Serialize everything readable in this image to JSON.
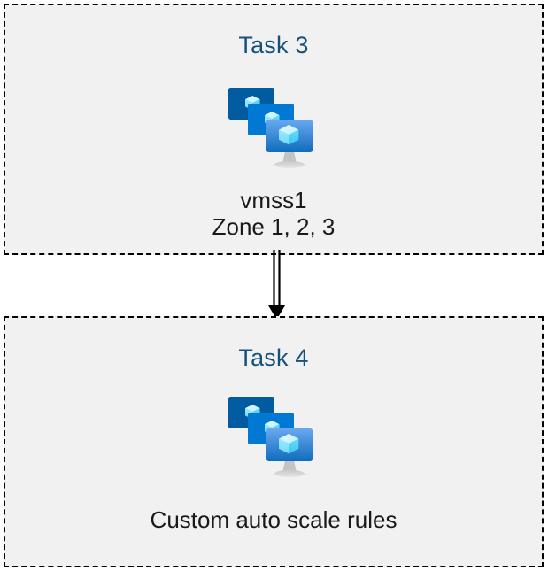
{
  "diagram": {
    "type": "flow",
    "background": "#ffffff",
    "box_fill": "#f1f1f1",
    "box_border_color": "#000000",
    "title_color": "#15517d",
    "caption_color": "#1a1a1a",
    "connector_color": "#000000",
    "nodes": [
      {
        "id": "task-3",
        "title": "Task 3",
        "icon": "vmss-icon",
        "caption": "vmss1\nZone 1, 2, 3"
      },
      {
        "id": "task-4",
        "title": "Task 4",
        "icon": "vmss-icon",
        "caption": "Custom auto scale rules"
      }
    ],
    "edges": [
      {
        "id": "task3-to-task4",
        "from": "task-3",
        "to": "task-4",
        "style": "double-line-arrow",
        "direction": "down"
      }
    ],
    "icon_palette": {
      "monitor_back": "#005ba1",
      "monitor_mid": "#0078d4",
      "monitor_front_top": "#5ea0ef",
      "monitor_front_bottom": "#0f6cbd",
      "cube_light": "#c3f1ff",
      "cube_mid": "#9cebff",
      "cube_dark": "#50e6ff",
      "stand": "#b3b3b3"
    }
  }
}
